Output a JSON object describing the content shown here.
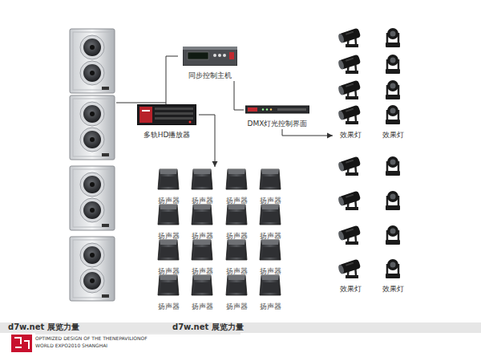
{
  "diagram": {
    "nodes": [
      {
        "text": [
          "同步控制主机"
        ]
      },
      {
        "text": [
          "多轨HD播放器"
        ]
      },
      {
        "text": [
          "DMX灯光控制界面"
        ]
      },
      {
        "text": [
          "扬声器"
        ]
      },
      {
        "text": [
          "扬声器"
        ]
      },
      {
        "text": [
          "扬声器"
        ]
      },
      {
        "text": [
          "扬声器"
        ]
      },
      {
        "text": [
          "扬声器"
        ]
      },
      {
        "text": [
          "扬声器"
        ]
      },
      {
        "text": [
          "扬声器"
        ]
      },
      {
        "text": [
          "扬声器"
        ]
      },
      {
        "text": [
          "扬声器"
        ]
      },
      {
        "text": [
          "扬声器"
        ]
      },
      {
        "text": [
          "扬声器"
        ]
      },
      {
        "text": [
          "扬声器"
        ]
      },
      {
        "text": [
          "扬声器"
        ]
      },
      {
        "text": [
          "扬声器"
        ]
      },
      {
        "text": [
          "扬声器"
        ]
      },
      {
        "text": [
          "扬声器"
        ]
      },
      {
        "text": [
          "效果灯"
        ]
      },
      {
        "text": [
          "效果灯"
        ]
      },
      {
        "text": [
          "效果灯"
        ]
      },
      {
        "text": [
          "效果灯"
        ]
      }
    ],
    "edges": [
      {
        "from": 0,
        "to": 1,
        "arrow": "none"
      },
      {
        "from": 0,
        "to": 2,
        "arrow": "none"
      },
      {
        "from": 1,
        "to": 4,
        "arrow": "to"
      },
      {
        "from": 2,
        "to": 19,
        "arrow": "to"
      }
    ],
    "labels": [
      "d7w.net 展览力量",
      "d7w.net 展览力量",
      "OPTIMIZED DESIGN OF THE THENEPAVILIONOF",
      "WORLD EXPO2010 SHANGHAI"
    ]
  }
}
